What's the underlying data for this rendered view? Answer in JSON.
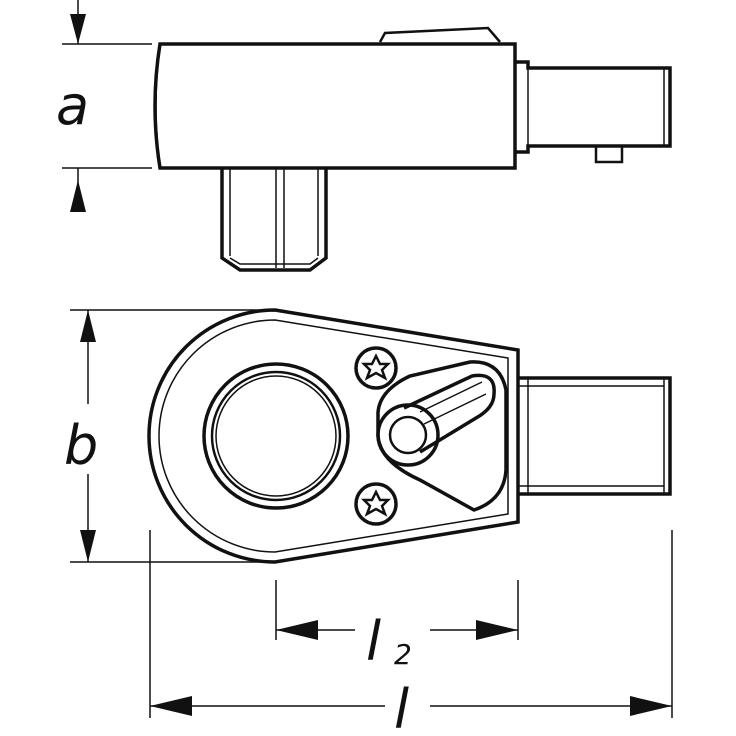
{
  "labels": {
    "a": "a",
    "b": "b",
    "l2_main": "l",
    "l2_sub": "2",
    "l": "l"
  }
}
